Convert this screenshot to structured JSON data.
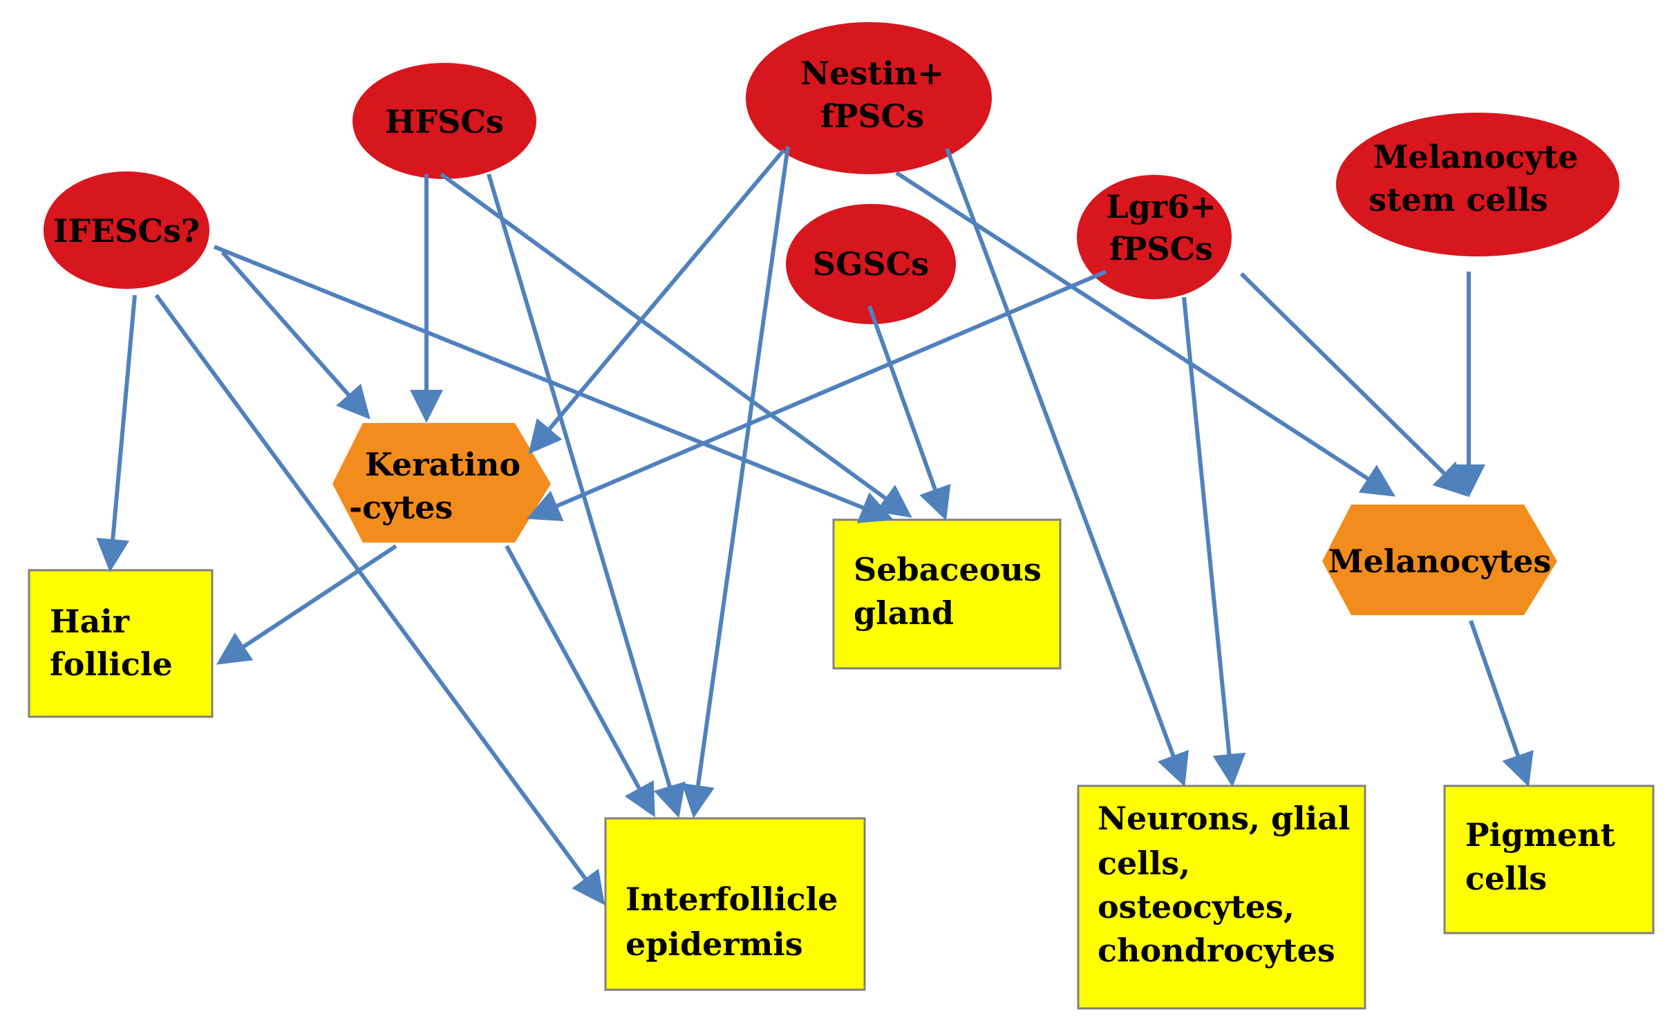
{
  "colors": {
    "stem_cell": "#d8161d",
    "intermediate": "#f28c1c",
    "target": "#ffff00",
    "arrow": "#4f81bd",
    "border": "#7f7f7f"
  },
  "nodes": {
    "ifescs": "IFESCs?",
    "hfscs": "HFSCs",
    "nestin_line1": "Nestin+",
    "nestin_line2": "fPSCs",
    "sgscs": "SGSCs",
    "lgr6_line1": "Lgr6+",
    "lgr6_line2": "fPSCs",
    "melsc_line1": "Melanocyte",
    "melsc_line2": "stem cells",
    "kera_line1": "Keratino",
    "kera_line2": "-cytes",
    "melanocytes": "Melanocytes",
    "hair_line1": "Hair",
    "hair_line2": "follicle",
    "seb_line1": "Sebaceous",
    "seb_line2": "gland",
    "ife_line1": "Interfollicle",
    "ife_line2": "epidermis",
    "neu_line1": "Neurons, glial",
    "neu_line2": "cells,",
    "neu_line3": "osteocytes,",
    "neu_line4": "chondrocytes",
    "pig_line1": "Pigment",
    "pig_line2": "cells"
  },
  "edges": [
    {
      "from": "ifescs",
      "to": "hair-follicle"
    },
    {
      "from": "ifescs",
      "to": "interfollicle-epidermis"
    },
    {
      "from": "ifescs",
      "to": "keratinocytes"
    },
    {
      "from": "ifescs",
      "to": "sebaceous-gland"
    },
    {
      "from": "hfscs",
      "to": "keratinocytes"
    },
    {
      "from": "hfscs",
      "to": "sebaceous-gland"
    },
    {
      "from": "hfscs",
      "to": "interfollicle-epidermis"
    },
    {
      "from": "nestin-fpscs",
      "to": "keratinocytes"
    },
    {
      "from": "nestin-fpscs",
      "to": "interfollicle-epidermis"
    },
    {
      "from": "nestin-fpscs",
      "to": "melanocytes"
    },
    {
      "from": "nestin-fpscs",
      "to": "neurons-glial-osteo-chondro"
    },
    {
      "from": "sgscs",
      "to": "sebaceous-gland"
    },
    {
      "from": "lgr6-fpscs",
      "to": "keratinocytes"
    },
    {
      "from": "lgr6-fpscs",
      "to": "neurons-glial-osteo-chondro"
    },
    {
      "from": "lgr6-fpscs",
      "to": "melanocytes"
    },
    {
      "from": "melanocyte-stem-cells",
      "to": "melanocytes"
    },
    {
      "from": "keratinocytes",
      "to": "hair-follicle"
    },
    {
      "from": "keratinocytes",
      "to": "interfollicle-epidermis"
    },
    {
      "from": "melanocytes",
      "to": "pigment-cells"
    }
  ]
}
